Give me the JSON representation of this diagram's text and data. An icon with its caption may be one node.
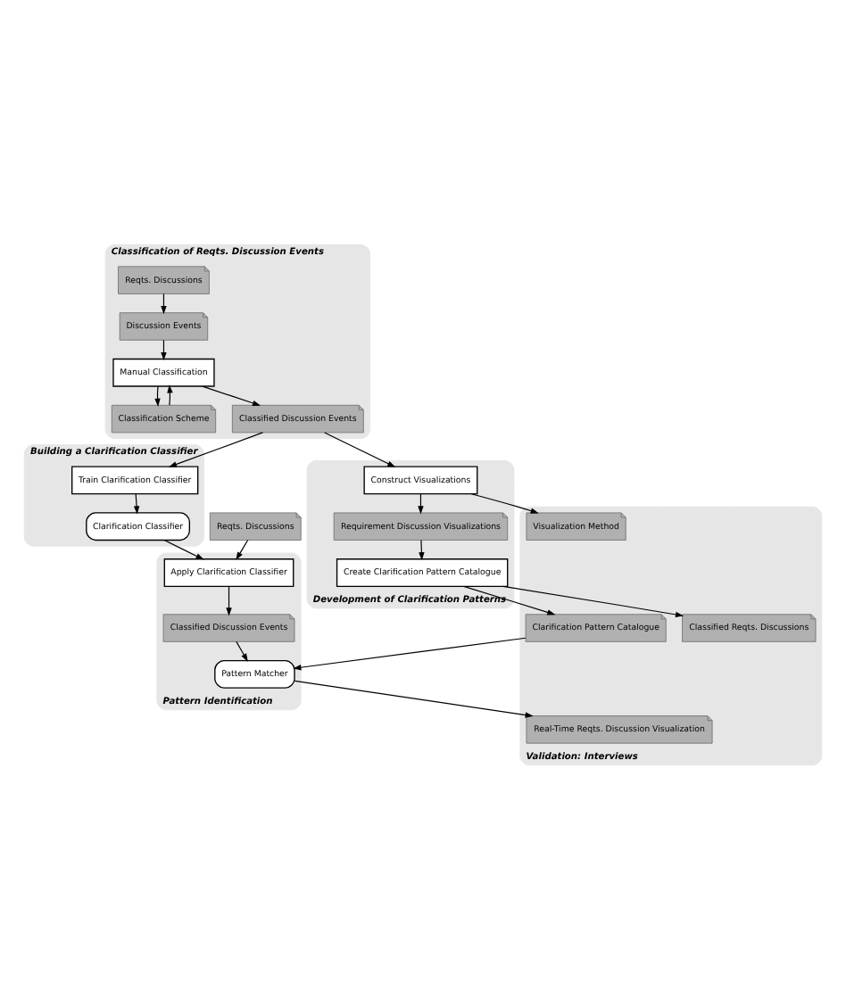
{
  "diagram": {
    "nodes": [
      {
        "text": [
          "Classification of Reqts. Discussion Events"
        ]
      },
      {
        "text": [
          "Reqts. Discussions"
        ],
        "in": 0
      },
      {
        "text": [
          "Discussion Events"
        ],
        "in": 0
      },
      {
        "text": [
          "Manual Classification"
        ],
        "in": 0
      },
      {
        "text": [
          "Classification Scheme"
        ],
        "in": 0
      },
      {
        "text": [
          "Classified Discussion Events"
        ],
        "in": 0
      },
      {
        "text": [
          "Building a Clarification Classifier"
        ]
      },
      {
        "text": [
          "Train Clarification Classifier"
        ],
        "in": 6
      },
      {
        "text": [
          "Clarification Classifier"
        ],
        "in": 6
      },
      {
        "text": [
          "Reqts. Discussions"
        ]
      },
      {
        "text": [
          "Development of Clarification Patterns"
        ]
      },
      {
        "text": [
          "Construct Visualizations"
        ],
        "in": 10
      },
      {
        "text": [
          "Requirement Discussion Visualizations"
        ],
        "in": 10
      },
      {
        "text": [
          "Create Clarification Pattern Catalogue"
        ],
        "in": 10
      },
      {
        "text": [
          "Pattern Identification"
        ]
      },
      {
        "text": [
          "Apply Clarification Classifier"
        ],
        "in": 14
      },
      {
        "text": [
          "Classified Discussion Events"
        ],
        "in": 14
      },
      {
        "text": [
          "Pattern Matcher"
        ],
        "in": 14
      },
      {
        "text": [
          "Validation: Interviews"
        ]
      },
      {
        "text": [
          "Visualization Method"
        ],
        "in": 18
      },
      {
        "text": [
          "Classified Reqts. Discussions"
        ],
        "in": 18
      },
      {
        "text": [
          "Clarification Pattern Catalogue"
        ],
        "in": 18
      },
      {
        "text": [
          "Real-Time Reqts. Discussion Visualization"
        ],
        "in": 18
      }
    ],
    "edges": [
      {
        "from": 1,
        "to": 2,
        "arrow": "to"
      },
      {
        "from": 2,
        "to": 3,
        "arrow": "to"
      },
      {
        "from": 3,
        "to": 4,
        "arrow": "to"
      },
      {
        "from": 4,
        "to": 3,
        "arrow": "to"
      },
      {
        "from": 3,
        "to": 5,
        "arrow": "to"
      },
      {
        "from": 5,
        "to": 7,
        "arrow": "to"
      },
      {
        "from": 7,
        "to": 8,
        "arrow": "to"
      },
      {
        "from": 5,
        "to": 11,
        "arrow": "to"
      },
      {
        "from": 8,
        "to": 15,
        "arrow": "to"
      },
      {
        "from": 9,
        "to": 15,
        "arrow": "to"
      },
      {
        "from": 11,
        "to": 12,
        "arrow": "to"
      },
      {
        "from": 12,
        "to": 13,
        "arrow": "to"
      },
      {
        "from": 11,
        "to": 19,
        "arrow": "to"
      },
      {
        "from": 13,
        "to": 20,
        "arrow": "to"
      },
      {
        "from": 13,
        "to": 21,
        "arrow": "to"
      },
      {
        "from": 15,
        "to": 16,
        "arrow": "to"
      },
      {
        "from": 16,
        "to": 17,
        "arrow": "to"
      },
      {
        "from": 21,
        "to": 17,
        "arrow": "to"
      },
      {
        "from": 17,
        "to": 22,
        "arrow": "to"
      }
    ]
  }
}
